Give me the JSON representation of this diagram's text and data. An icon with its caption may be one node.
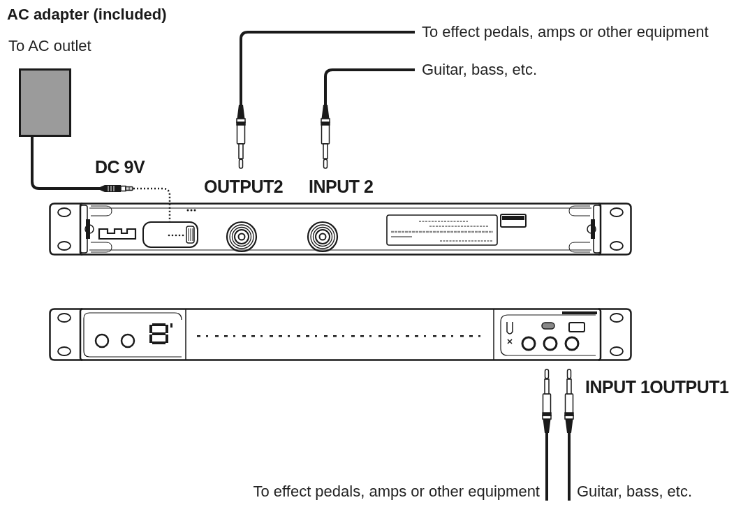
{
  "diagram": {
    "nodes": [
      {
        "text": [],
        "shape": "box",
        "beside": [
          "AC adapter (included)",
          "To AC outlet"
        ]
      },
      {
        "text": [
          "To effect pedals, amps or other equipment"
        ]
      },
      {
        "text": [
          "Guitar, bass, etc."
        ]
      },
      {
        "text": [],
        "shape": "picture",
        "beside": [
          "OUTPUT2"
        ]
      },
      {
        "text": [],
        "shape": "picture",
        "beside": [
          "INPUT 2"
        ]
      },
      {
        "text": [],
        "shape": "picture",
        "beside": [
          "DC 9V"
        ]
      },
      {
        "text": [],
        "shape": "picture"
      },
      {
        "text": [],
        "shape": "box",
        "in": 6
      },
      {
        "text": [],
        "shape": "picture"
      },
      {
        "text": [],
        "shape": "picture"
      },
      {
        "text": [],
        "shape": "picture"
      },
      {
        "text": [
          "To effect pedals, amps or other equipment"
        ]
      },
      {
        "text": [
          "Guitar, bass, etc."
        ]
      }
    ],
    "edges": [
      {
        "from": 0,
        "to": 5,
        "arrow": "none"
      },
      {
        "from": 5,
        "to": 7,
        "arrow": "none",
        "style": "dashed"
      },
      {
        "from": 1,
        "to": 3,
        "arrow": "none"
      },
      {
        "from": 2,
        "to": 4,
        "arrow": "none"
      },
      {
        "from": 11,
        "to": 9,
        "arrow": "none"
      },
      {
        "from": 12,
        "to": 10,
        "arrow": "none"
      }
    ],
    "labels": [
      "INPUT 1OUTPUT1"
    ]
  }
}
